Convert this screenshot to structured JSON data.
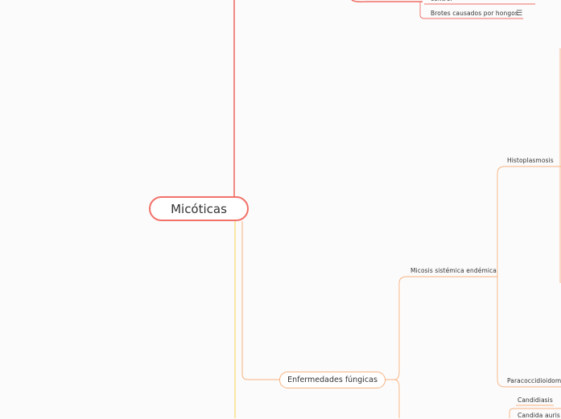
{
  "root": {
    "label": "Micóticas"
  },
  "branches": {
    "top_partial": "control",
    "brotes": "Brotes causados por hongos",
    "enfermedades": "Enfermedades fúngicas",
    "micosis": "Micosis sistémica endémica",
    "histoplasmosis": "Histoplasmosis",
    "paracoccidioidomicosis": "Paracoccidioidomic",
    "candidiasis": "Candidiasis",
    "candida_auris": "Candida auris"
  },
  "icons": {
    "notes": "notes-icon"
  },
  "colors": {
    "root_border": "#f2726a",
    "red_branch": "#ef6d64",
    "orange_branch": "#f7b27f",
    "yellow_branch": "#f7d96b",
    "background": "#fbfbfb"
  }
}
